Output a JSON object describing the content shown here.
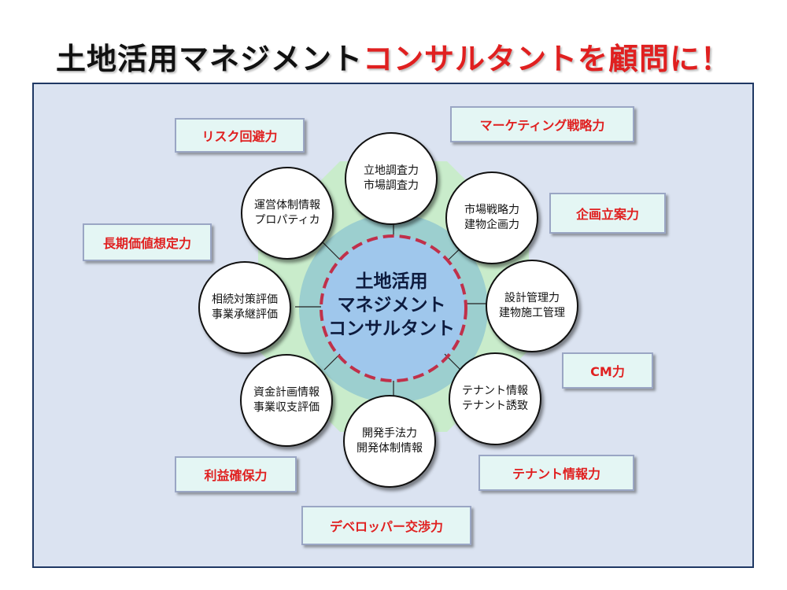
{
  "title": {
    "part1": "土地活用マネジメント",
    "part2": "コンサルタントを顧問に！"
  },
  "center": {
    "lines": [
      "土地活用",
      "マネジメント",
      "コンサルタント"
    ]
  },
  "circles": [
    {
      "line1": "立地調査力",
      "line2": "市場調査力"
    },
    {
      "line1": "市場戦略力",
      "line2": "建物企画力"
    },
    {
      "line1": "設計管理力",
      "line2": "建物施工管理"
    },
    {
      "line1": "テナント情報",
      "line2": "テナント誘致"
    },
    {
      "line1": "開発手法力",
      "line2": "開発体制情報"
    },
    {
      "line1": "資金計画情報",
      "line2": "事業収支評価"
    },
    {
      "line1": "相続対策評価",
      "line2": "事業承継評価"
    },
    {
      "line1": "運営体制情報",
      "line2": "プロパティカ"
    }
  ],
  "skills": [
    "マーケティング戦略力",
    "企画立案力",
    "CM力",
    "テナント情報力",
    "デベロッパー交渉力",
    "利益確保力",
    "長期価値想定力",
    "リスク回避力"
  ],
  "colors": {
    "title_black": "#111111",
    "title_red": "#e02020",
    "panel_bg": "#dbe3f1",
    "panel_border": "#1f3864",
    "outer_octagon": "#c6ecc6",
    "inner_ring": "#9ccfcf",
    "center_fill": "#9fc7ec",
    "dash_circle": "#c0304a",
    "skill_bg": "#e4f6f4",
    "skill_text": "#e02020"
  }
}
